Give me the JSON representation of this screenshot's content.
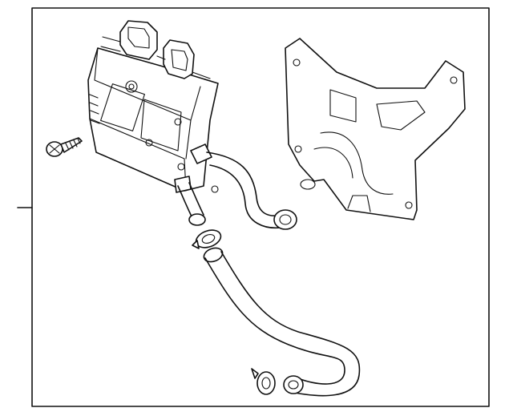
{
  "diagram": {
    "parts": [
      {
        "id": "screw",
        "icon": "screw-icon"
      },
      {
        "id": "inverter-module",
        "icon": "module-icon"
      },
      {
        "id": "mounting-bracket",
        "icon": "bracket-icon"
      },
      {
        "id": "upper-hose",
        "icon": "hose-icon"
      },
      {
        "id": "hose-clamp-upper",
        "icon": "clamp-icon"
      },
      {
        "id": "lower-hose",
        "icon": "hose-icon"
      },
      {
        "id": "hose-clamp-lower",
        "icon": "clamp-icon"
      }
    ],
    "frame_color": "#111111",
    "background": "#ffffff"
  }
}
